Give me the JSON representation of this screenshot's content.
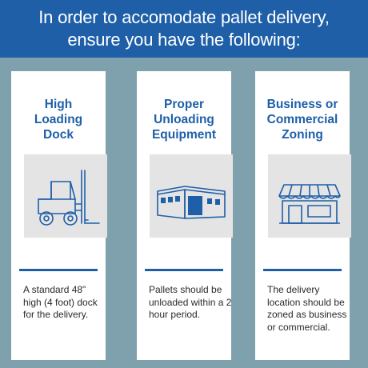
{
  "header": {
    "line1": "In order to accomodate pallet delivery,",
    "line2": "ensure you have the following:"
  },
  "colors": {
    "accent": "#1e5fa8",
    "frame": "#7fa0ad",
    "image_bg": "#e4e4e4"
  },
  "cards": [
    {
      "title": [
        "High",
        "Loading",
        "Dock"
      ],
      "icon": "forklift-icon",
      "desc": [
        "A standard 48\"",
        "high (4 foot) dock",
        "for the delivery."
      ]
    },
    {
      "title": [
        "Proper",
        "Unloading",
        "Equipment"
      ],
      "icon": "warehouse-icon",
      "desc": [
        "Pallets should be",
        "unloaded within a 2",
        "hour period."
      ]
    },
    {
      "title": [
        "Business or",
        "Commercial",
        "Zoning"
      ],
      "icon": "storefront-icon",
      "desc": [
        "The delivery",
        "location should be",
        "zoned as business",
        "or commercial."
      ]
    }
  ]
}
